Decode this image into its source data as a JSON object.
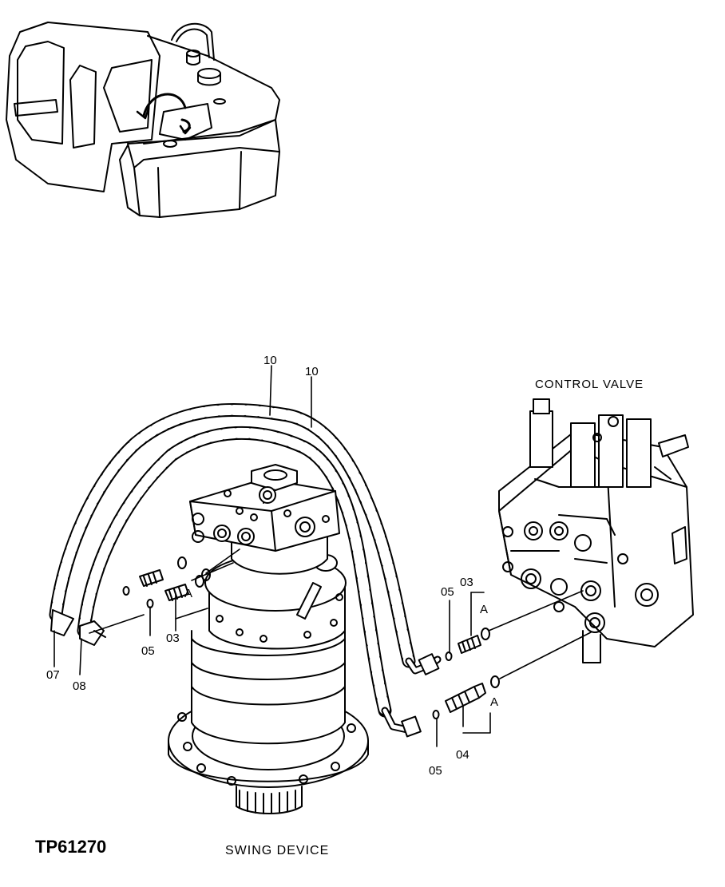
{
  "diagram": {
    "drawing_number": "TP61270",
    "caption": "SWING DEVICE",
    "component_label": "CONTROL VALVE",
    "callouts": {
      "hose_upper": "10",
      "hose_lower": "10",
      "elbow_left": "07",
      "elbow_right": "08",
      "oring_left": "05",
      "adapter_left": "03",
      "view_a_left": "A",
      "oring_mid": "05",
      "adapter_mid": "03",
      "view_a_mid": "A",
      "oring_bottom": "05",
      "adapter_bottom": "04",
      "view_a_bottom": "A"
    }
  }
}
